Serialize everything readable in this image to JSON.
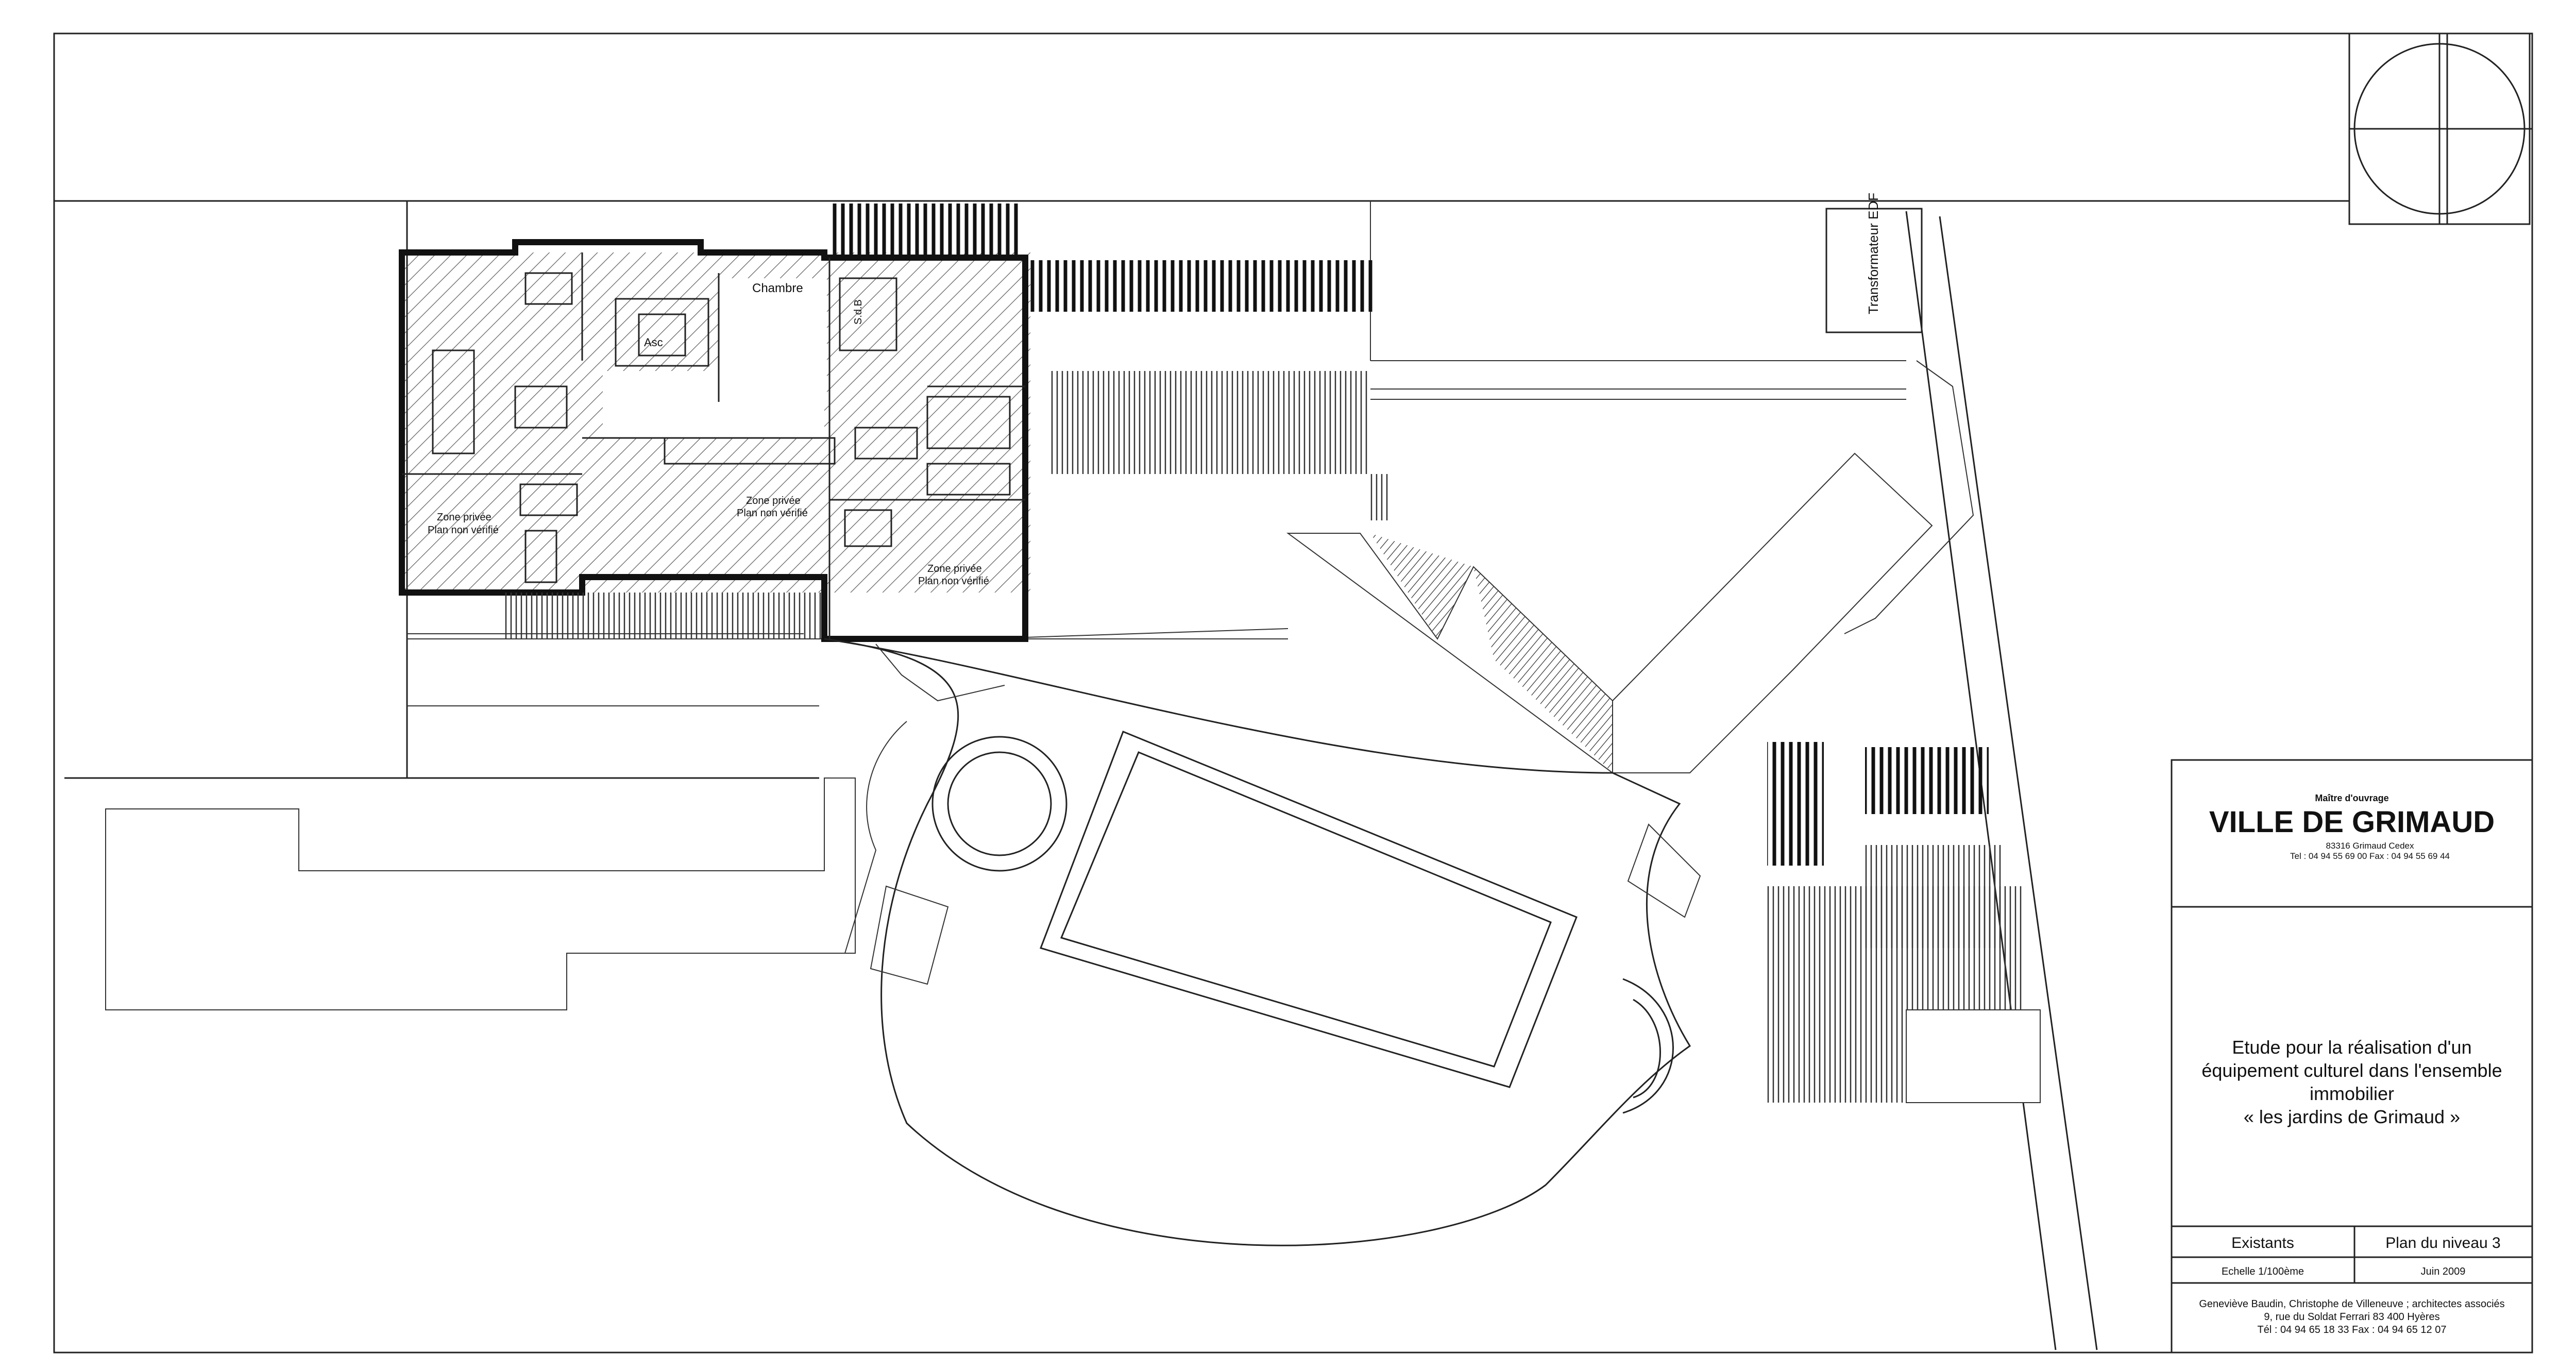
{
  "plan": {
    "rooms": {
      "chambre": "Chambre",
      "asc": "Asc",
      "sdb": "S.d.B",
      "transfo": "Transformateur EDF"
    },
    "zones": [
      {
        "line1": "Zone privée",
        "line2": "Plan non vérifié"
      },
      {
        "line1": "Zone privée",
        "line2": "Plan non vérifié"
      },
      {
        "line1": "Zone privée",
        "line2": "Plan non vérifié"
      }
    ]
  },
  "cartouche": {
    "maitre": "Maître d'ouvrage",
    "client": "VILLE DE GRIMAUD",
    "address": "83316 Grimaud Cedex",
    "phone": "Tel : 04 94 55 69 00 Fax : 04 94 55 69 44",
    "project": [
      "Etude pour la réalisation d'un",
      "équipement culturel dans l'ensemble",
      "immobilier",
      "« les jardins de Grimaud »"
    ],
    "state": "Existants",
    "sheet_title": "Plan du niveau 3",
    "scale": "Echelle 1/100ème",
    "date": "Juin 2009",
    "architects": [
      "Geneviève Baudin, Christophe de Villeneuve ; architectes associés",
      "9, rue du Soldat Ferrari 83 400 Hyères",
      "Tél : 04 94 65 18 33 Fax : 04 94 65 12 07"
    ]
  }
}
